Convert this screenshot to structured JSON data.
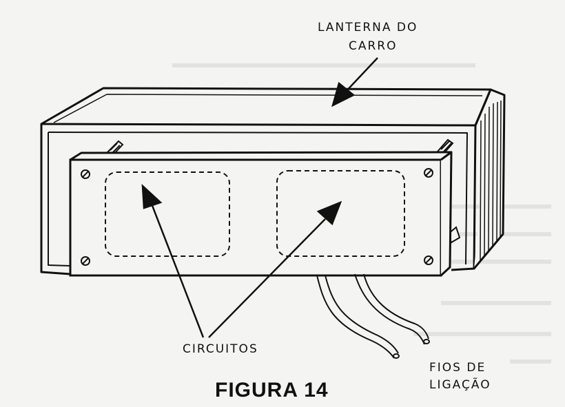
{
  "labels": {
    "lanterna_line1": "LANTERNA DO",
    "lanterna_line2": "CARRO",
    "circuitos": "CIRCUITOS",
    "fios_line1": "FIOS DE",
    "fios_line2": "LIGAÇÃO"
  },
  "caption": "FIGURA 14",
  "colors": {
    "ink": "#111111",
    "paper": "#f4f4f2"
  }
}
